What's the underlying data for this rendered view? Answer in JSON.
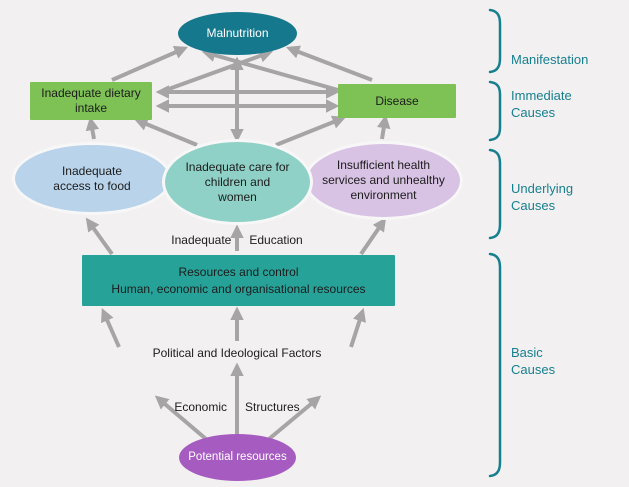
{
  "diagram": {
    "nodes": {
      "malnutrition": "Malnutrition",
      "dietary_intake": "Inadequate dietary intake",
      "disease": "Disease",
      "food_access": "Inadequate access to food",
      "care": "Inadequate care for children and women",
      "health_services": "Insufficient health services and unhealthy environment",
      "education_word1": "Inadequate",
      "education_word2": "Education",
      "resources_line1": "Resources and control",
      "resources_line2": "Human, economic and organisational resources",
      "political": "Political and Ideological Factors",
      "economic_word1": "Economic",
      "economic_word2": "Structures",
      "potential_resources": "Potential resources"
    },
    "stage_labels": {
      "manifestation": "Manifestation",
      "immediate": "Immediate Causes",
      "underlying": "Underlying Causes",
      "basic": "Basic Causes"
    },
    "colors": {
      "background": "#f2f0f1",
      "malnutrition_fill": "#16788c",
      "immediate_cause_fill": "#7ec155",
      "food_access_fill": "#b9d3ea",
      "care_fill": "#8fd1c6",
      "health_fill": "#d9c3e4",
      "resources_fill": "#27a299",
      "potential_fill": "#a55bbf",
      "arrow": "#a6a4a5",
      "bracket": "#17808f"
    }
  }
}
